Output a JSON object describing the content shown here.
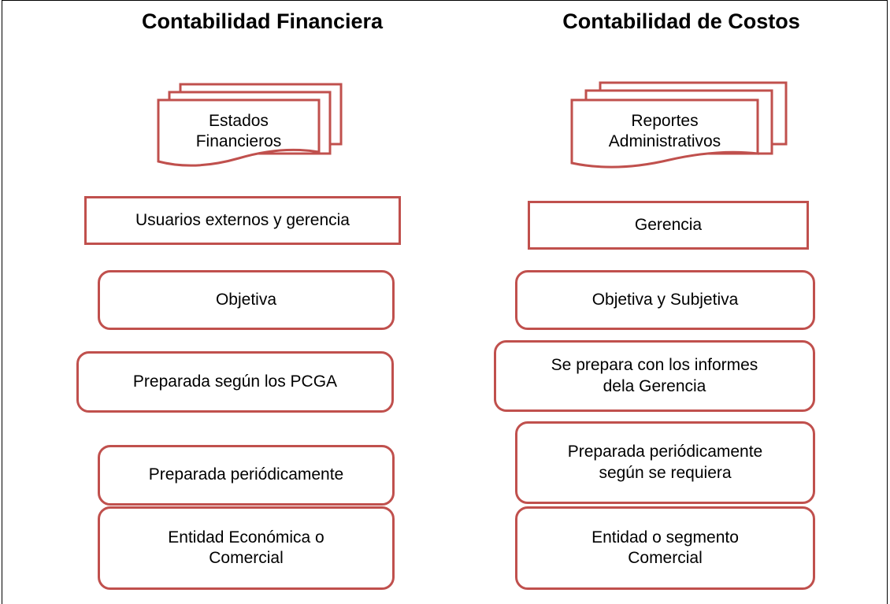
{
  "left": {
    "title": "Contabilidad Financiera",
    "document": [
      "Estados",
      "Financieros"
    ],
    "users": "Usuarios externos y gerencia",
    "nature": "Objetiva",
    "basis": "Preparada según los PCGA",
    "frequency": "Preparada periódicamente",
    "entity": [
      "Entidad Económica o",
      "Comercial"
    ]
  },
  "right": {
    "title": "Contabilidad de Costos",
    "document": [
      "Reportes",
      "Administrativos"
    ],
    "users": "Gerencia",
    "nature": "Objetiva y Subjetiva",
    "basis": [
      "Se prepara con los informes",
      "dela Gerencia"
    ],
    "frequency": [
      "Preparada periódicamente",
      "según se requiera"
    ],
    "entity": [
      "Entidad o segmento",
      "Comercial"
    ]
  },
  "colors": {
    "border": "#c0504d",
    "text": "#000000",
    "background": "#ffffff"
  },
  "icons": {
    "document": "multi-document-icon"
  }
}
